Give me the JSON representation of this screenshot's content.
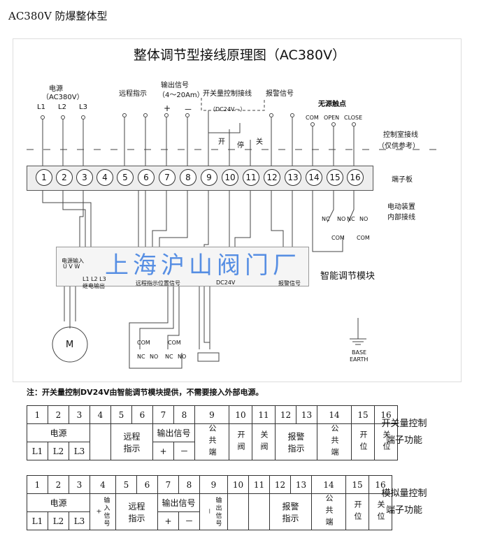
{
  "page_title": "AC380V 防爆整体型",
  "diagram": {
    "title": "整体调节型接线原理图（AC380V）",
    "header_labels": {
      "power": "电源",
      "power_sub": "（AC380V）",
      "power_phases": [
        "L1",
        "L2",
        "L3"
      ],
      "remote": "远程指示",
      "output": "输出信号",
      "output_sub": "（4～20Am）",
      "plus": "+",
      "minus": "－",
      "switch_ctrl": "开关量控制接线",
      "dc": "（DC24V－）",
      "open": "开",
      "stop": "停",
      "close": "关",
      "alarm": "报警信号",
      "passive": "无源触点",
      "com": "COM",
      "open_en": "OPEN",
      "close_en": "CLOSE",
      "control_room": "控制室接线",
      "control_room_sub": "（仅供参考）",
      "terminal_board": "端子板",
      "actuator_internal": "电动装置",
      "actuator_internal2": "内部接线",
      "smart_module": "智能调节模块",
      "base": "BASE",
      "earth": "EARTH",
      "motor": "M",
      "nc": "NC",
      "no": "NO",
      "com_small": "COM"
    },
    "terminals": [
      "1",
      "2",
      "3",
      "4",
      "5",
      "6",
      "7",
      "8",
      "9",
      "10",
      "11",
      "12",
      "13",
      "14",
      "15",
      "16"
    ],
    "module_labels": {
      "power_in": "电源输入",
      "uvw": "U   V   W",
      "l123": "L1  L2  L3",
      "relay_out": "继电输出",
      "remote_out": "远程指示",
      "pos_out": "位置信号",
      "dc24": "DC24V",
      "alarm_out": "报警信号"
    },
    "watermark": "上海沪山阀门厂"
  },
  "note": "注：开关量控制DV24V由智能调节模块提供，不需要接入外部电源。",
  "tables": [
    {
      "caption_line1": "开关量控制",
      "caption_line2": "端子功能",
      "numbers": [
        "1",
        "2",
        "3",
        "4",
        "5",
        "6",
        "7",
        "8",
        "9",
        "10",
        "11",
        "12",
        "13",
        "14",
        "15",
        "16"
      ],
      "power": "电源",
      "phases": [
        "L1",
        "L2",
        "L3"
      ],
      "remote": "远程\n指示",
      "output": "输出信号",
      "plus": "+",
      "minus": "－",
      "t9": "公共端",
      "t10": "开阀",
      "t11": "关阀",
      "alarm": "报警\n指示",
      "t14": "公共端",
      "t15": "开位",
      "t16": "关位"
    },
    {
      "caption_line1": "模拟量控制",
      "caption_line2": "端子功能",
      "numbers": [
        "1",
        "2",
        "3",
        "4",
        "5",
        "6",
        "7",
        "8",
        "9",
        "10",
        "11",
        "12",
        "13",
        "14",
        "15",
        "16"
      ],
      "power": "电源",
      "phases": [
        "L1",
        "L2",
        "L3"
      ],
      "t4": "输入信号+",
      "remote": "远程\n指示",
      "output": "输出信号",
      "plus": "+",
      "minus": "－",
      "t9": "输出信号－",
      "alarm": "报警\n指示",
      "t14": "公共端",
      "t15": "开位",
      "t16": "关位"
    }
  ]
}
